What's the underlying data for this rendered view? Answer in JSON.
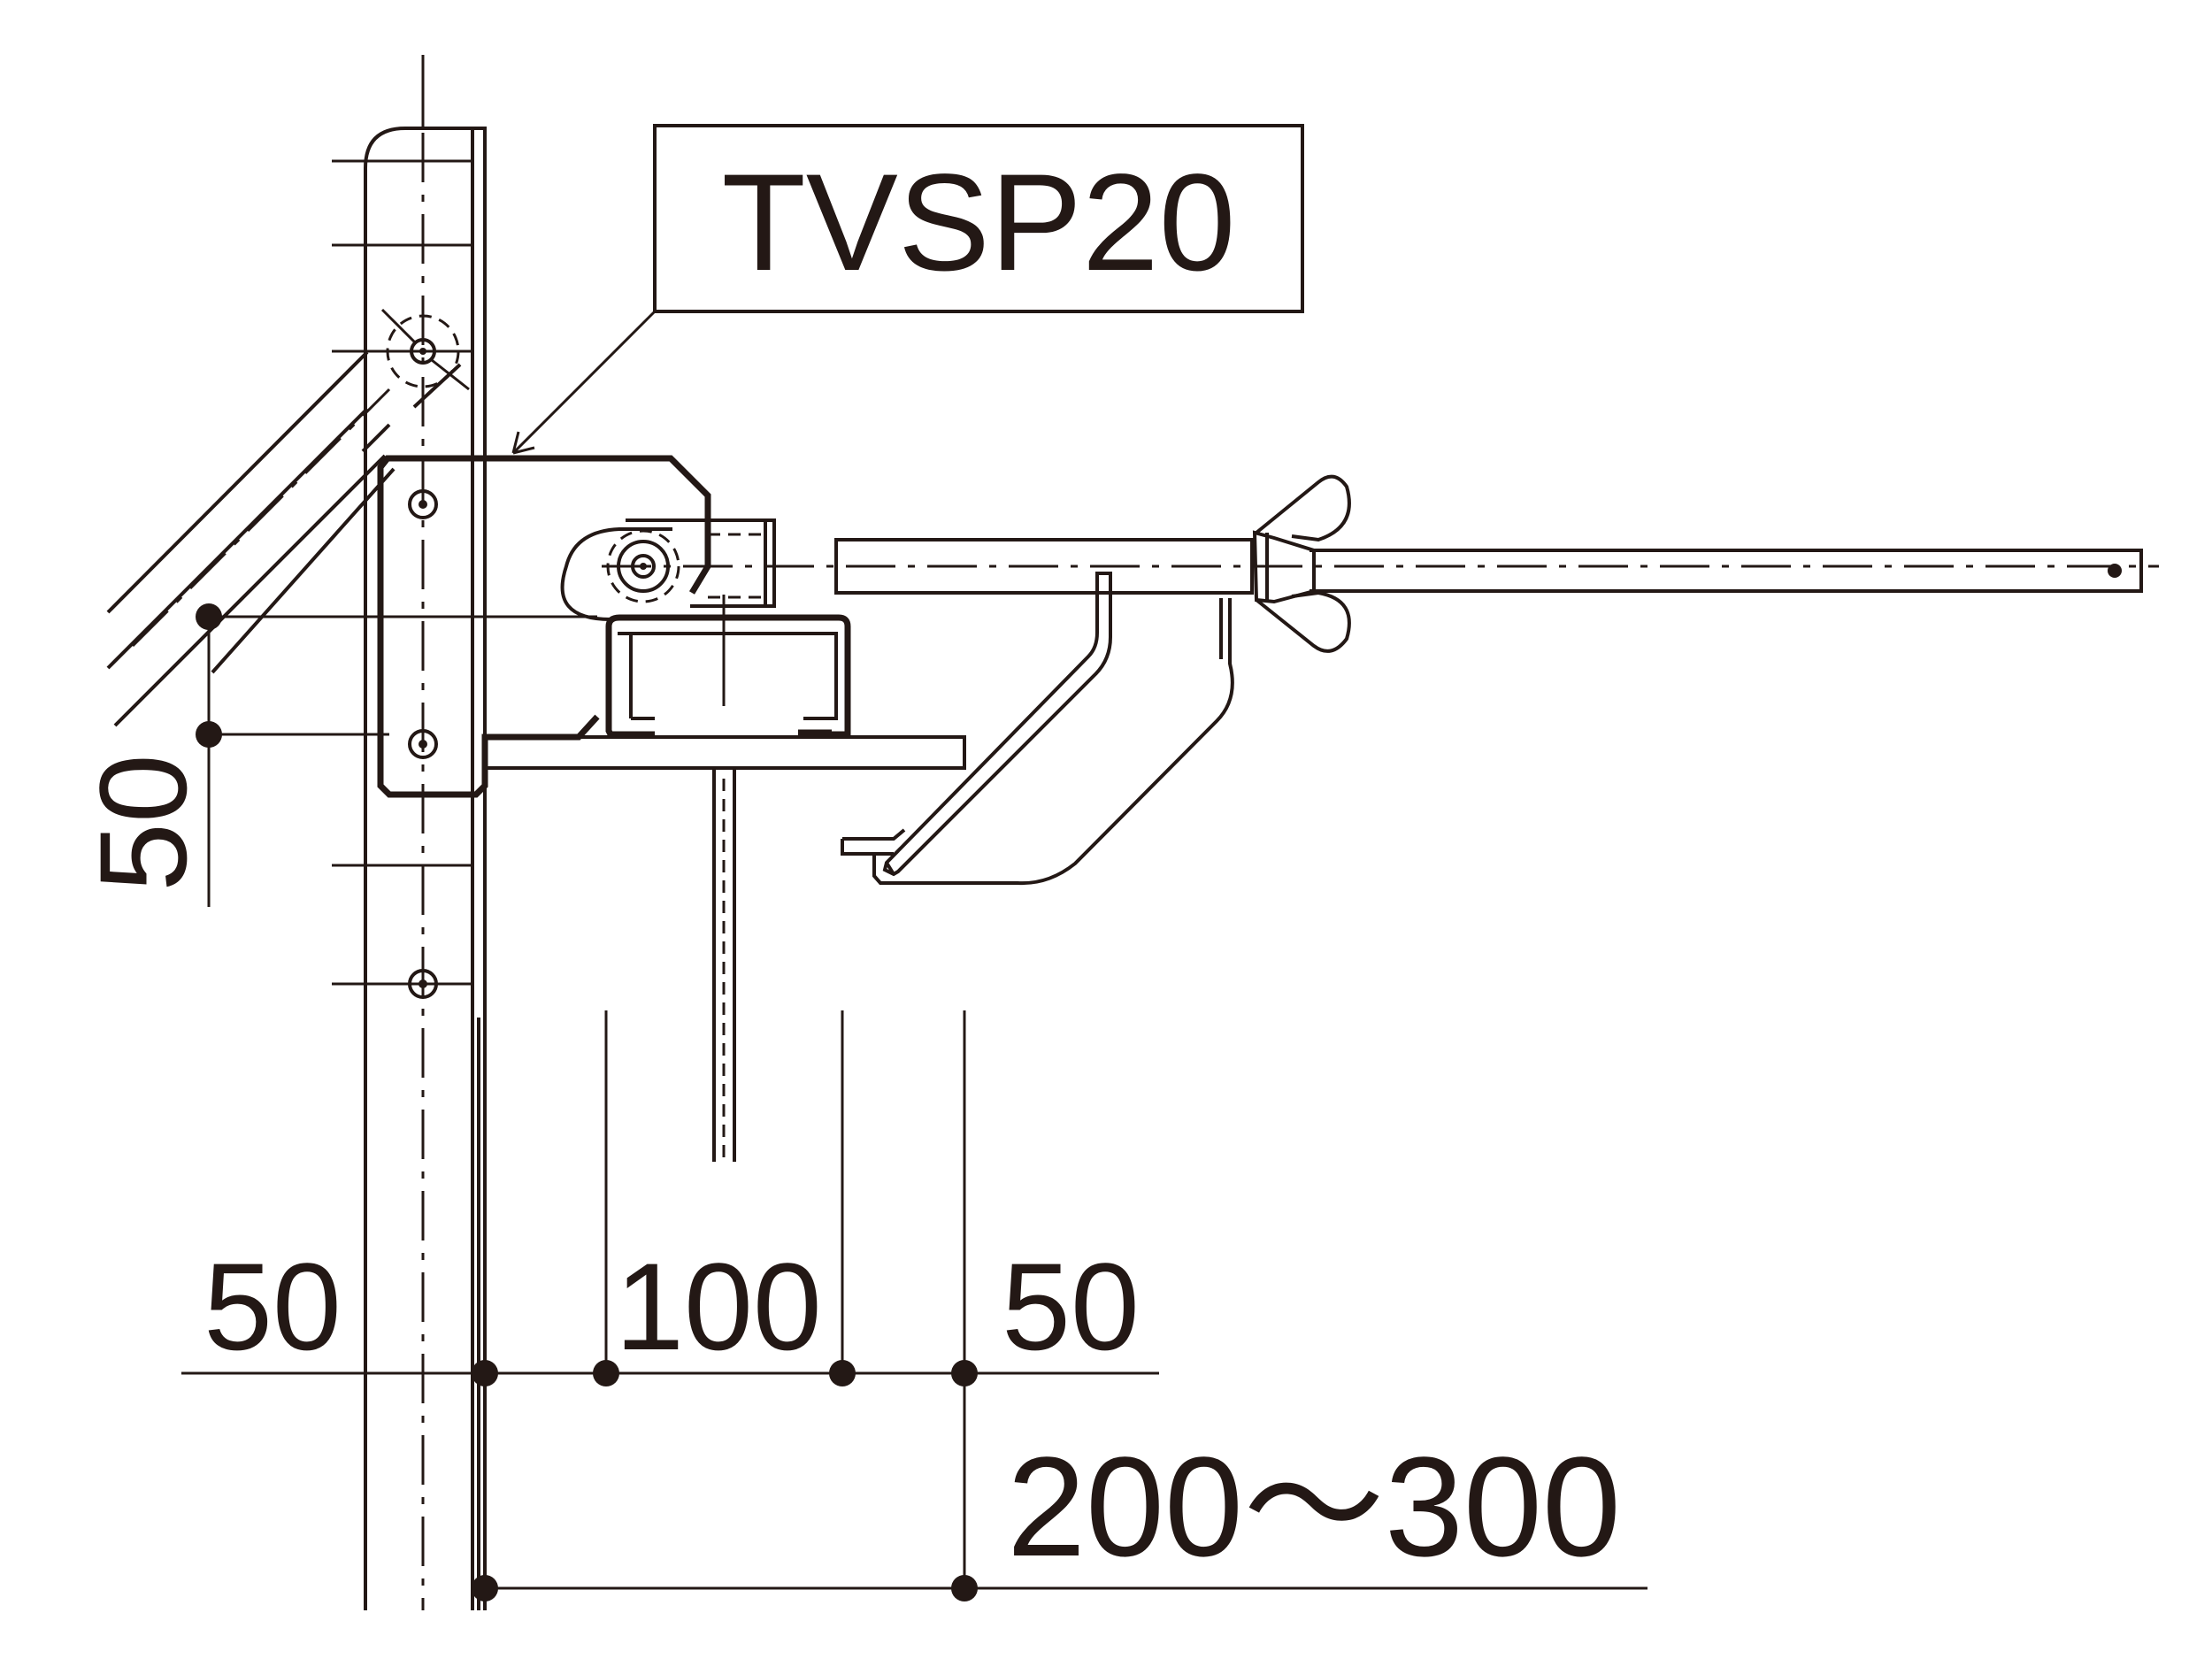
{
  "model_label": "TVSP20",
  "dimensions": {
    "vertical_pitch": "50",
    "horizontal_left": "50",
    "horizontal_middle": "100",
    "horizontal_right": "50",
    "overall_range": "200～300"
  }
}
